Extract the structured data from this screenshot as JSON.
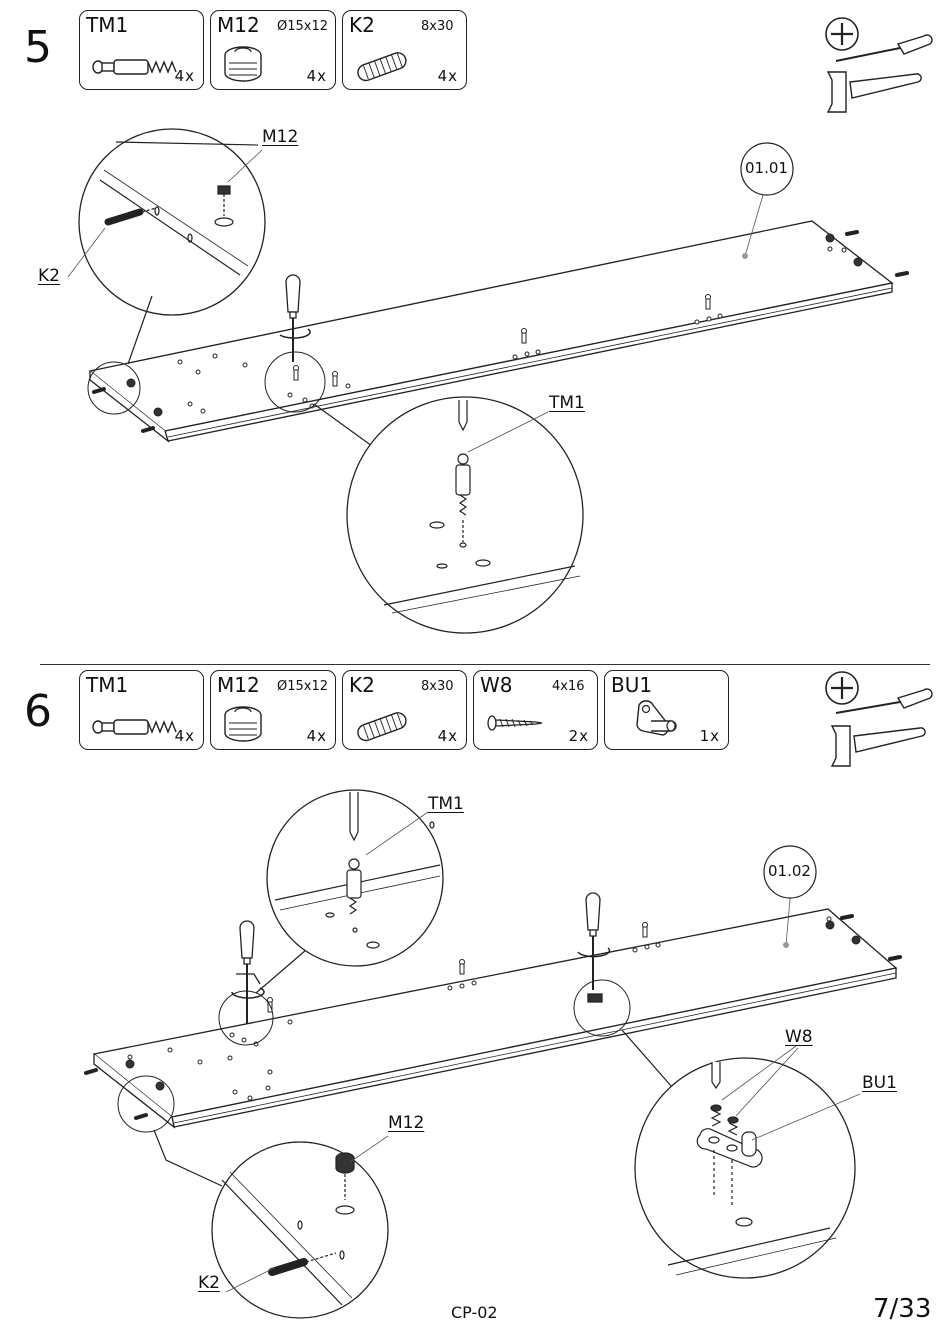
{
  "steps": [
    {
      "number": "5",
      "parts": [
        {
          "code": "TM1",
          "size": "",
          "qty": "4x",
          "icon": "cam-bolt-icon"
        },
        {
          "code": "M12",
          "size": "Ø15x12",
          "qty": "4x",
          "icon": "cam-lock-icon"
        },
        {
          "code": "K2",
          "size": "8x30",
          "qty": "4x",
          "icon": "dowel-icon"
        }
      ],
      "tools": [
        "phillips-screwdriver-icon",
        "hammer-icon"
      ],
      "panel_label": "01.01",
      "callouts": {
        "m12": "M12",
        "k2": "K2",
        "tm1": "TM1"
      }
    },
    {
      "number": "6",
      "parts": [
        {
          "code": "TM1",
          "size": "",
          "qty": "4x",
          "icon": "cam-bolt-icon"
        },
        {
          "code": "M12",
          "size": "Ø15x12",
          "qty": "4x",
          "icon": "cam-lock-icon"
        },
        {
          "code": "K2",
          "size": "8x30",
          "qty": "4x",
          "icon": "dowel-icon"
        },
        {
          "code": "W8",
          "size": "4x16",
          "qty": "2x",
          "icon": "screw-icon"
        },
        {
          "code": "BU1",
          "size": "",
          "qty": "1x",
          "icon": "shelf-support-icon"
        }
      ],
      "tools": [
        "phillips-screwdriver-icon",
        "hammer-icon"
      ],
      "panel_label": "01.02",
      "callouts": {
        "tm1": "TM1",
        "w8": "W8",
        "bu1": "BU1",
        "m12": "M12",
        "k2": "K2"
      }
    }
  ],
  "footer": {
    "code": "CP-02",
    "page": "7/33"
  }
}
